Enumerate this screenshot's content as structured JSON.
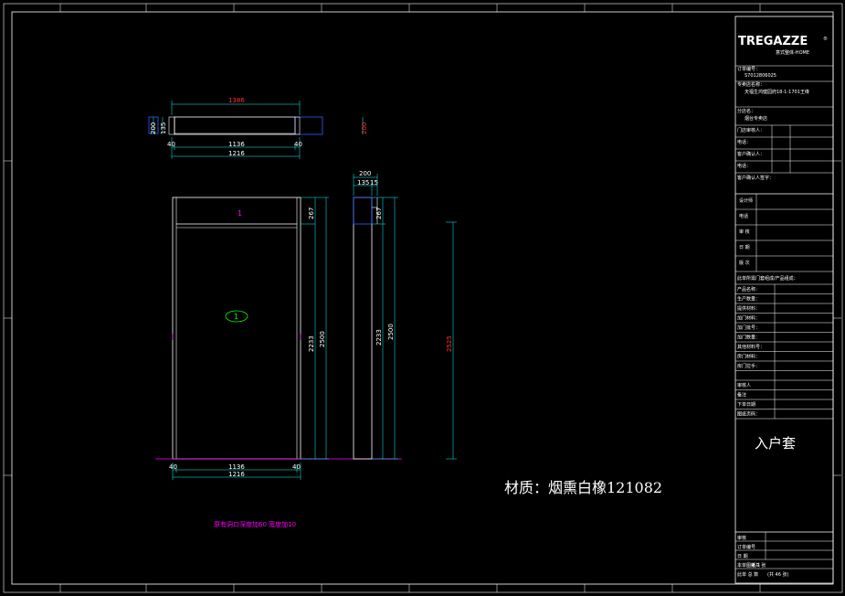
{
  "title_block": {
    "logo": "TREGAZZE",
    "logo_reg": "®",
    "logo_sub": "意式整体-HOME",
    "rows": [
      {
        "label": "订单编号：",
        "value": "S7012806025"
      },
      {
        "label": "专卖店名称：",
        "value": "天福生鸿健园府18-1-1701王绛"
      },
      {
        "label": "分店名：",
        "value": "烟台专卖店"
      },
      {
        "label": "门店审核人：",
        "value": ""
      },
      {
        "label": "电话：",
        "value": ""
      },
      {
        "label": "客户确认人：",
        "value": ""
      },
      {
        "label": "电话：",
        "value": ""
      },
      {
        "label": "客户确认人签字：",
        "value": ""
      }
    ],
    "design_rows": [
      "设计师",
      "电话",
      "审 核",
      "日 期",
      "版 次"
    ],
    "materials_header": "此单所需门套组成/产品组成：",
    "material_rows": [
      "产品名称：",
      "生产数量：",
      "提供材料：",
      "加门材料：",
      "加门批号：",
      "加门数量：",
      "其他材料号：",
      "房门材料：",
      "房门拉手：",
      "",
      "审核人",
      "备注",
      "下单日期",
      "图纸页码："
    ],
    "product_name": "入户套",
    "bottom_rows": [
      "审核",
      "订单编号",
      "日 期"
    ],
    "sheet_label": "本单图纸共",
    "sheet_value": "第 1 张",
    "sheet_total_label": "此单 总 数",
    "sheet_total_value": "(共 46 张)"
  },
  "drawing": {
    "top_view": {
      "overall_width": "1386",
      "inner_width": "1136",
      "outer_width": "1216",
      "left_depth_a": "200",
      "left_depth_b": "135",
      "right_depth": "200",
      "left_jamb": "40",
      "right_jamb": "40"
    },
    "front_view": {
      "part_label": "1",
      "circle_label": "1",
      "header_height": "267",
      "inner_height": "2233",
      "outer_height": "2500",
      "bottom_inner": "1136",
      "bottom_outer": "1216",
      "bottom_left": "40",
      "bottom_right": "40"
    },
    "side_view": {
      "top_a": "200",
      "top_b": "135",
      "top_c": "15",
      "header": "267",
      "inner": "2233",
      "outer": "2500"
    },
    "overall_height": "2525",
    "material_note": "材质：烟熏白橡121082",
    "magenta_note": "原有洞口深度加60  宽度加10"
  }
}
